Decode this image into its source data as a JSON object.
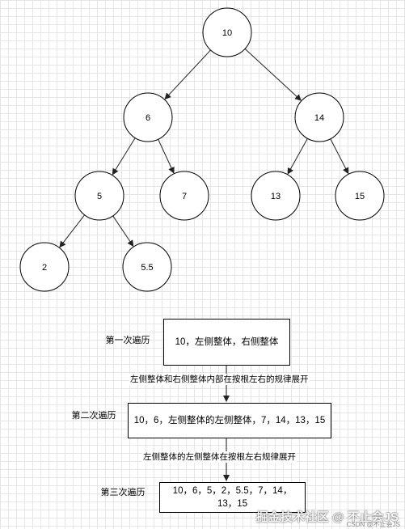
{
  "tree": {
    "nodes": [
      {
        "id": "n10",
        "label": "10"
      },
      {
        "id": "n6",
        "label": "6"
      },
      {
        "id": "n14",
        "label": "14"
      },
      {
        "id": "n5",
        "label": "5"
      },
      {
        "id": "n7",
        "label": "7"
      },
      {
        "id": "n13",
        "label": "13"
      },
      {
        "id": "n15",
        "label": "15"
      },
      {
        "id": "n2",
        "label": "2"
      },
      {
        "id": "n5_5",
        "label": "5.5"
      }
    ],
    "edges": [
      [
        "n10",
        "n6"
      ],
      [
        "n10",
        "n14"
      ],
      [
        "n6",
        "n5"
      ],
      [
        "n6",
        "n7"
      ],
      [
        "n14",
        "n13"
      ],
      [
        "n14",
        "n15"
      ],
      [
        "n5",
        "n2"
      ],
      [
        "n5",
        "n5_5"
      ]
    ]
  },
  "flow": {
    "step1": {
      "label": "第一次遍历",
      "box": "10，左侧整体，右侧整体"
    },
    "arrow1_label": "左侧整体和右侧整体内部在按根左右的规律展开",
    "step2": {
      "label": "第二次遍历",
      "box": "10，6，左侧整体的左侧整体，7，14，13，15"
    },
    "arrow2_label": "左侧整体的左侧整体在按根左右规律展开",
    "step3": {
      "label": "第三次遍历",
      "box": "10，6，5，2，5.5，7，14，13，15"
    }
  },
  "watermark": {
    "main": "掘金技术社区 @ 不止会JS",
    "sub": "CSDN @不止会JS"
  }
}
